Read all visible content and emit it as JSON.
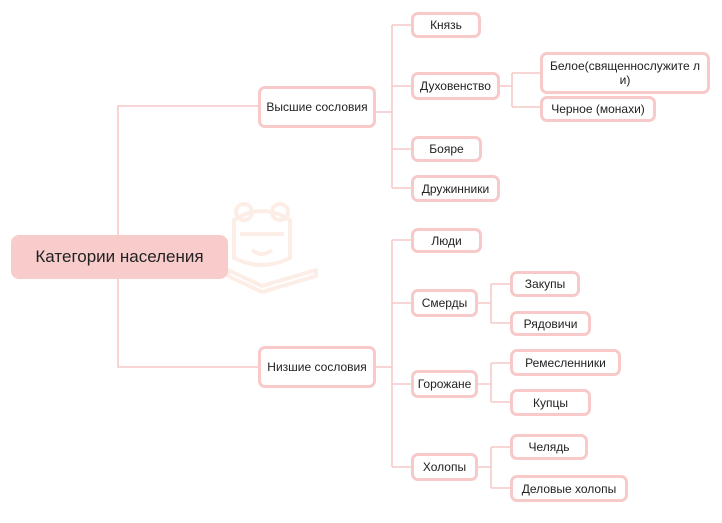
{
  "colors": {
    "connector": "#f7c9c9",
    "root_fill": "#f9cccc",
    "node_border": "#f7c9c9"
  },
  "watermark": {
    "icon": "bear-mascot-icon"
  },
  "root": {
    "label": "Категории населения"
  },
  "upper": {
    "label": "Высшие сословия",
    "prince": "Князь",
    "clergy": "Духовенство",
    "white_clergy": "Белое(священнослужите ли)",
    "black_clergy": "Черное (монахи)",
    "boyars": "Бояре",
    "druzhinniki": "Дружинники"
  },
  "lower": {
    "label": "Низшие сословия",
    "people": "Люди",
    "smerdy": "Смерды",
    "zakupy": "Закупы",
    "ryadovichi": "Рядовичи",
    "townsfolk": "Горожане",
    "artisans": "Ремесленники",
    "merchants": "Купцы",
    "kholopy": "Холопы",
    "chelyad": "Челядь",
    "business_kholopy": "Деловые холопы"
  }
}
